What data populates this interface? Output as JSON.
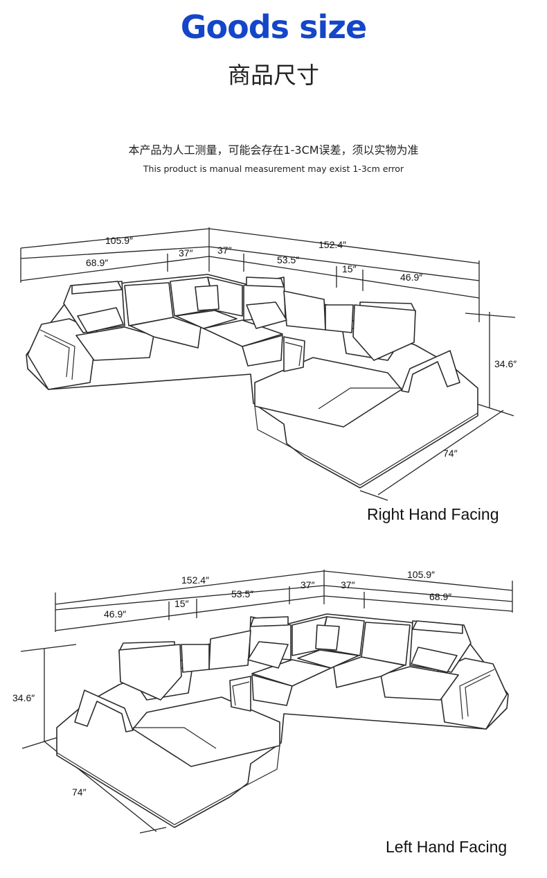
{
  "header": {
    "title_en": "Goods size",
    "title_cn": "商品尺寸",
    "title_color": "#1446c8"
  },
  "note": {
    "cn": "本产品为人工测量，可能会存在1-3CM误差，须以实物为准",
    "en": "This product is manual measurement may exist 1-3cm error"
  },
  "diagrams": [
    {
      "caption": "Right Hand Facing",
      "dims": {
        "total_left": "105.9″",
        "left_inner": "68.9″",
        "left_corner": "37″",
        "total_right": "152.4″",
        "right_corner": "37″",
        "middle": "53.5″",
        "gap": "15″",
        "chaise_width": "46.9″",
        "height": "34.6″",
        "depth": "74″"
      }
    },
    {
      "caption": "Left Hand Facing",
      "dims": {
        "total_left": "152.4″",
        "chaise_width": "46.9″",
        "gap": "15″",
        "middle": "53.5″",
        "left_corner": "37″",
        "right_corner": "37″",
        "total_right": "105.9″",
        "right_inner": "68.9″",
        "height": "34.6″",
        "depth": "74″"
      }
    }
  ]
}
